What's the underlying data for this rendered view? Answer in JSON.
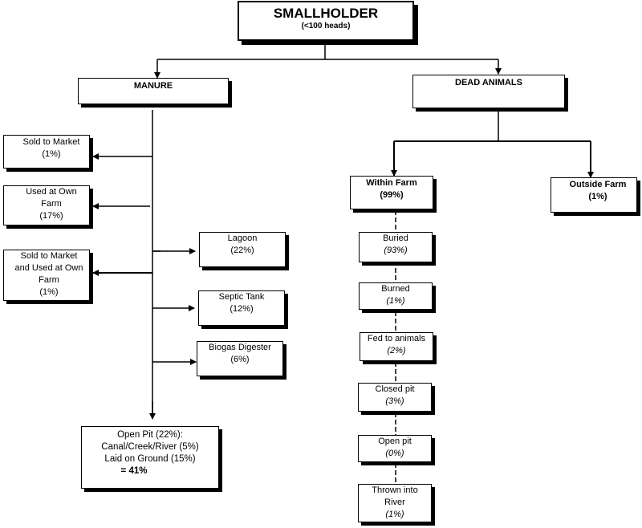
{
  "root": {
    "title": "SMALLHOLDER",
    "subtitle": "(<100 heads)"
  },
  "manure": {
    "label": "MANURE",
    "left_outputs": [
      {
        "lines": [
          "Sold to Market",
          "(1%)"
        ]
      },
      {
        "lines": [
          "Used at Own",
          "Farm",
          "(17%)"
        ]
      },
      {
        "lines": [
          "Sold to Market",
          "and Used at Own",
          "Farm",
          "(1%)"
        ]
      }
    ],
    "right_outputs": [
      {
        "lines": [
          "Lagoon",
          "(22%)"
        ]
      },
      {
        "lines": [
          "Septic Tank",
          "(12%)"
        ]
      },
      {
        "lines": [
          "Biogas Digester",
          "(6%)"
        ]
      }
    ],
    "bottom_output": {
      "lines": [
        "Open Pit (22%):",
        "Canal/Creek/River (5%)",
        "Laid on Ground (15%)"
      ],
      "total": "= 41%"
    }
  },
  "dead_animals": {
    "label": "DEAD ANIMALS",
    "within_farm": {
      "label": "Within Farm",
      "pct": "(99%)"
    },
    "outside_farm": {
      "label": "Outside Farm",
      "pct": "(1%)"
    },
    "within_farm_methods": [
      {
        "lines": [
          "Buried"
        ],
        "pct": "(93%)"
      },
      {
        "lines": [
          "Burned"
        ],
        "pct": "(1%)"
      },
      {
        "lines": [
          "Fed to animals"
        ],
        "pct": "(2%)"
      },
      {
        "lines": [
          "Closed pit"
        ],
        "pct": "(3%)"
      },
      {
        "lines": [
          "Open pit"
        ],
        "pct": "(0%)"
      },
      {
        "lines": [
          "Thrown into",
          "River"
        ],
        "pct": "(1%)"
      }
    ]
  }
}
